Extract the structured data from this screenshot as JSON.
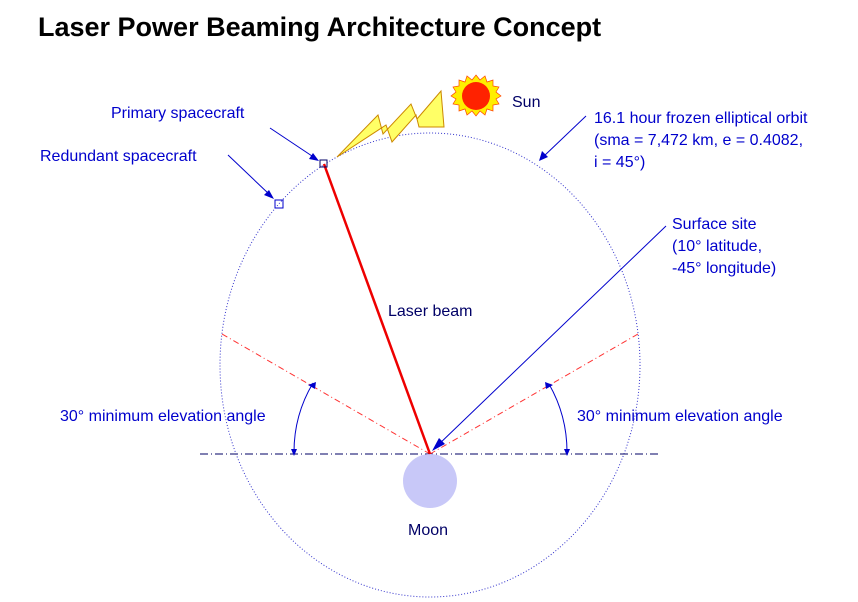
{
  "title": "Laser Power Beaming Architecture Concept",
  "labels": {
    "sun": "Sun",
    "primary_spacecraft": "Primary spacecraft",
    "redundant_spacecraft": "Redundant spacecraft",
    "orbit": [
      "16.1 hour frozen elliptical orbit",
      "(sma = 7,472 km, e = 0.4082,",
      "i = 45°)"
    ],
    "surface_site": [
      "Surface site",
      "(10° latitude,",
      "-45° longitude)"
    ],
    "laser_beam": "Laser beam",
    "elevation_left": "30° minimum elevation angle",
    "elevation_right": "30° minimum elevation angle",
    "moon": "Moon"
  },
  "colors": {
    "label_blue": "#0000cc",
    "orbit": "#3333cc",
    "laser_beam": "#ee0000",
    "elevation_lines": "#ff3333",
    "moon": "#c8c8f8",
    "sun_fill": "#ff2200",
    "sun_rays": "#ffee00",
    "lightning_fill": "#ffff66",
    "lightning_stroke": "#cc8800"
  },
  "icons": {
    "sun": "sun-icon",
    "lightning": "lightning-bolt-icon",
    "primary_spacecraft": "spacecraft-square-icon",
    "redundant_spacecraft": "spacecraft-square-icon"
  }
}
